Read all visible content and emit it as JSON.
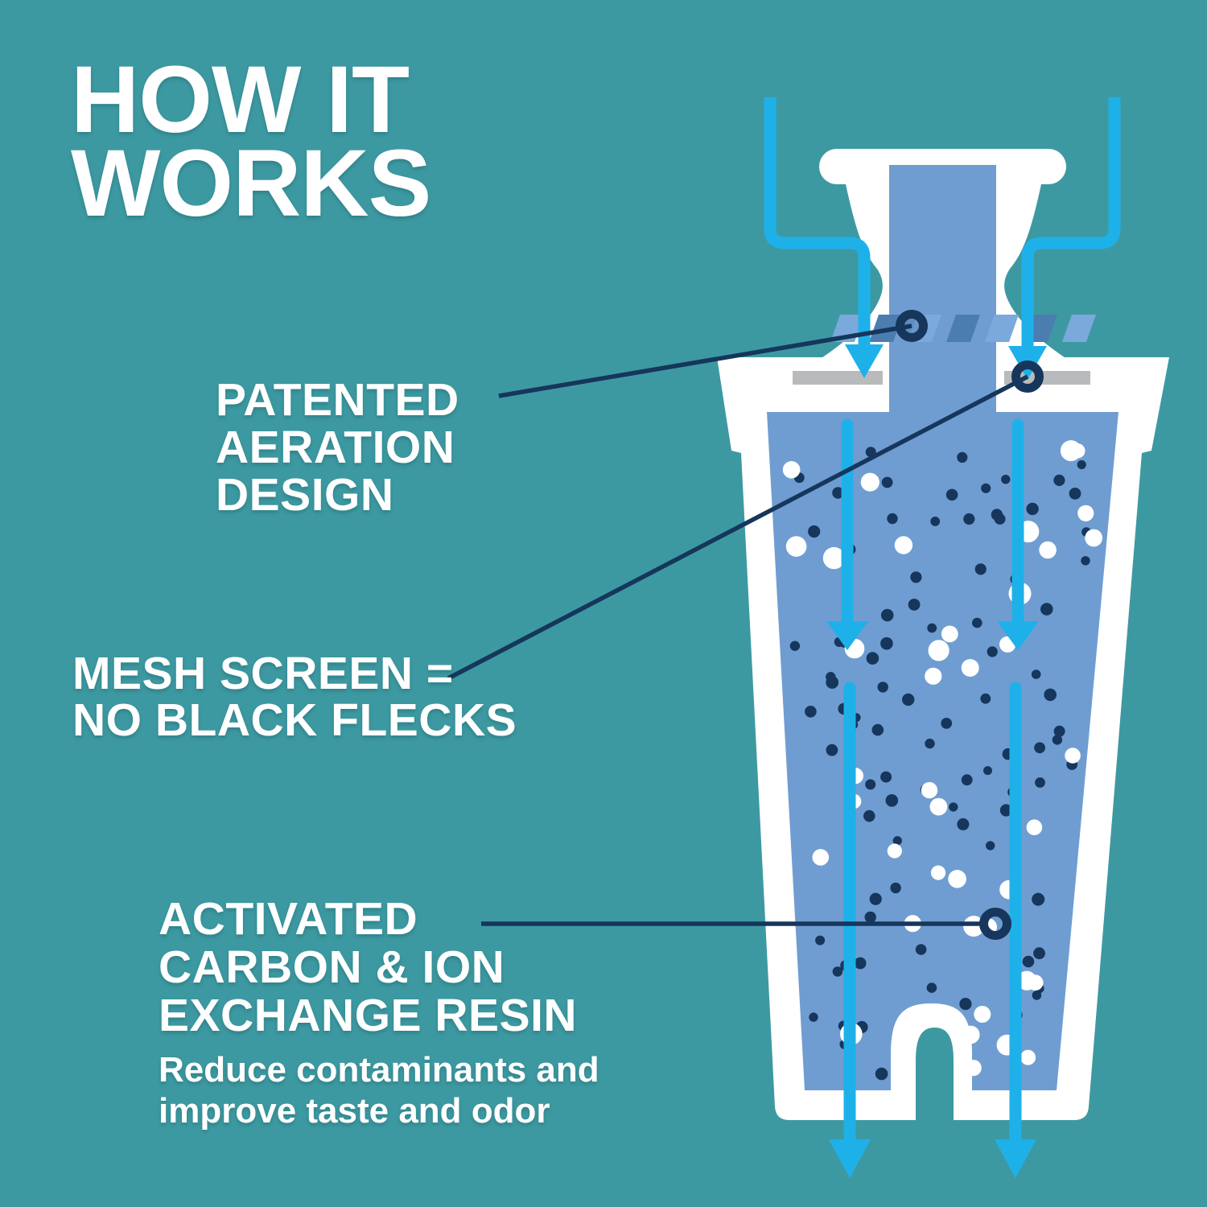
{
  "title": {
    "lines": [
      "HOW IT",
      "WORKS"
    ]
  },
  "callouts": {
    "aeration": {
      "lines": [
        "PATENTED",
        "AERATION",
        "DESIGN"
      ]
    },
    "mesh": {
      "lines": [
        "MESH SCREEN =",
        "NO BLACK FLECKS"
      ]
    },
    "carbon": {
      "lines": [
        "ACTIVATED",
        "CARBON & ION",
        "EXCHANGE RESIN"
      ],
      "subtext_lines": [
        "Reduce contaminants and",
        "improve taste and odor"
      ]
    }
  },
  "colors": {
    "background_teal": "#3D99A1",
    "filter_white": "#FFFFFF",
    "media_blue": "#6F9DD1",
    "water_cyan": "#1EB1E9",
    "navy": "#16365C",
    "mesh_gray": "#B9BABC",
    "dash_light_blue": "#7BA9DC",
    "dash_dark_blue": "#4C7DB0",
    "text_white": "#FFFFFF"
  },
  "illustration": {
    "navy_speckle_count": 95,
    "white_speckle_count": 40,
    "aeration_dash_count": 7
  }
}
